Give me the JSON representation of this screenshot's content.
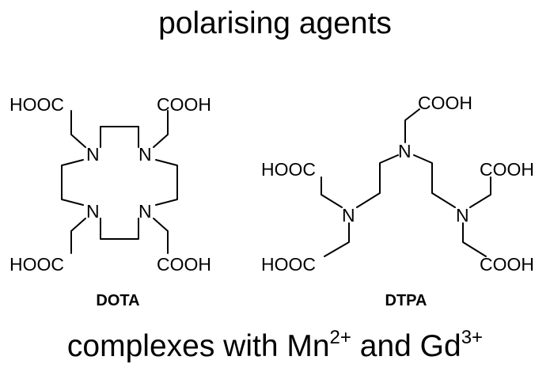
{
  "title": "polarising agents",
  "dota": {
    "name": "DOTA",
    "labels": {
      "acid_tl": "HOOC",
      "acid_tr": "COOH",
      "acid_bl": "HOOC",
      "acid_br": "COOH",
      "n1": "N",
      "n2": "N",
      "n3": "N",
      "n4": "N"
    }
  },
  "dtpa": {
    "name": "DTPA",
    "labels": {
      "acid_top": "COOH",
      "acid_ul": "HOOC",
      "acid_ur": "COOH",
      "acid_ll": "HOOC",
      "acid_lr": "COOH",
      "n_center": "N",
      "n_left": "N",
      "n_right": "N"
    }
  },
  "footer": {
    "prefix": "complexes with Mn",
    "mn_charge": "2+",
    "middle": " and Gd",
    "gd_charge": "3+"
  }
}
